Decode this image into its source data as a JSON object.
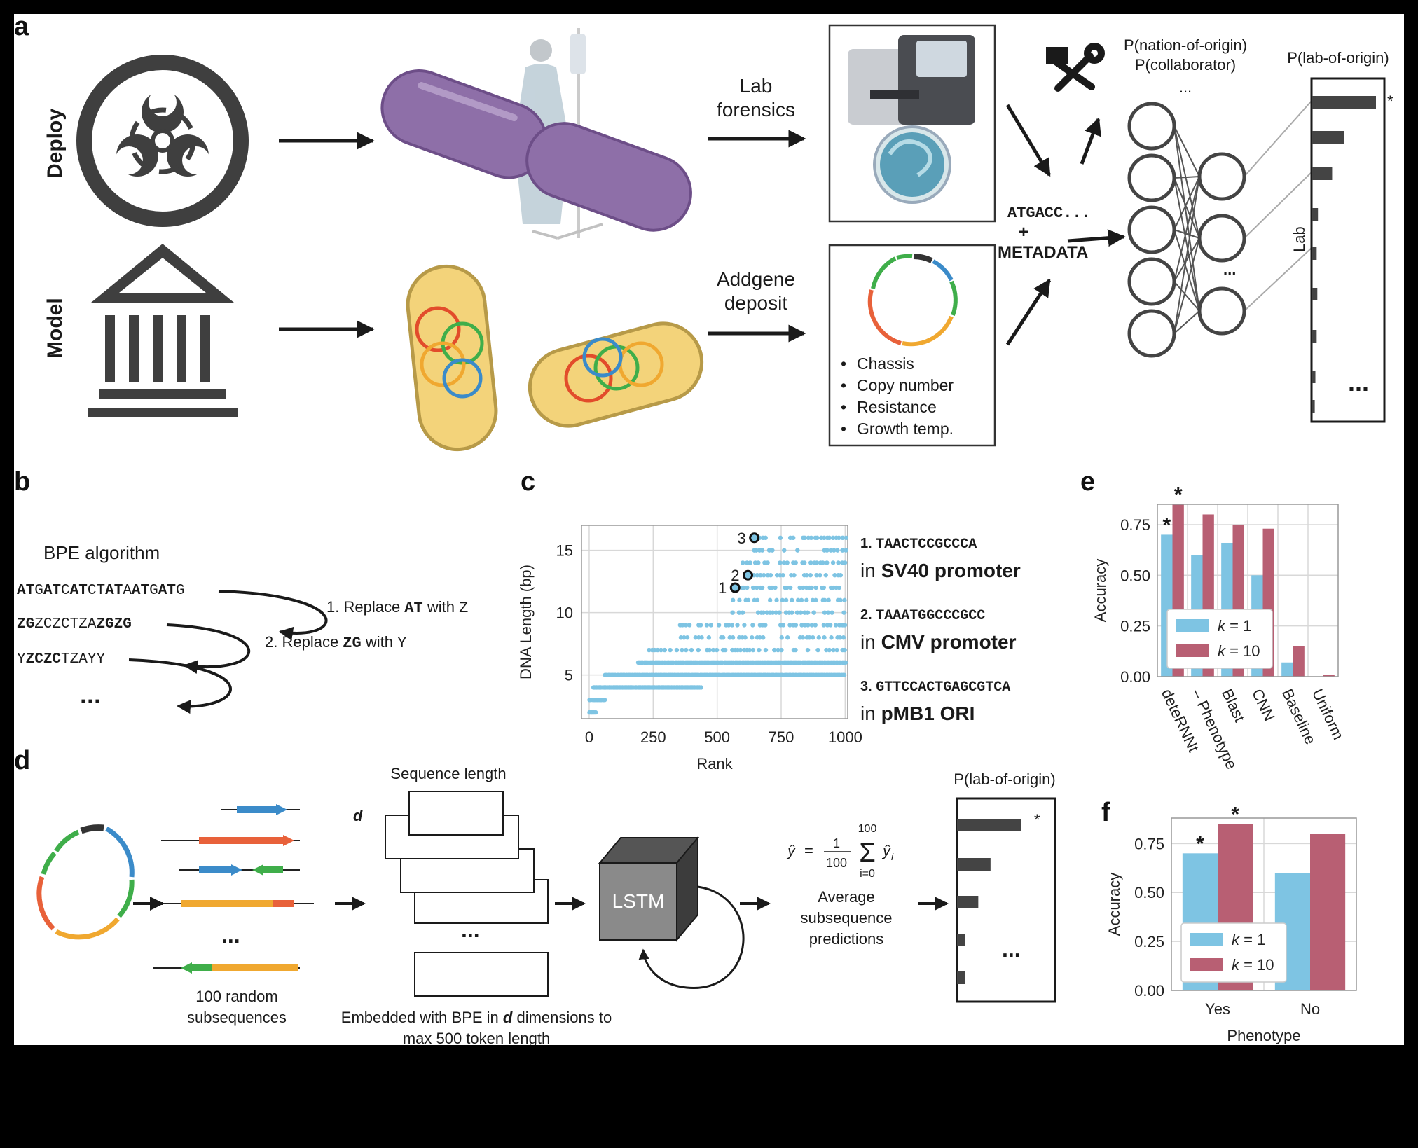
{
  "panels": {
    "a": "a",
    "b": "b",
    "c": "c",
    "d": "d",
    "e": "e",
    "f": "f"
  },
  "panel_a": {
    "row_labels": [
      "Deploy",
      "Model"
    ],
    "lab_forensics": [
      "Lab",
      "forensics"
    ],
    "addgene_deposit": [
      "Addgene",
      "deposit"
    ],
    "metadata_items": [
      "Chassis",
      "Copy number",
      "Resistance",
      "Growth temp."
    ],
    "sequence": "ATGACC...",
    "plus": "+",
    "metadata": "METADATA",
    "side_outputs": [
      "P(nation-of-origin)",
      "P(collaborator)",
      "..."
    ],
    "lab_output_title": "P(lab-of-origin)",
    "lab_axis": "Lab",
    "hidden_ellipsis": "...",
    "bars_ellipsis": "...",
    "star": "*",
    "lab_bar_fractions": [
      1.0,
      0.5,
      0.32,
      0.1,
      0.08,
      0.09,
      0.08,
      0.06,
      0.05
    ]
  },
  "panel_b": {
    "title": "BPE algorithm",
    "step1_prefix": "1. Replace ",
    "step1_bold": "AT",
    "step1_mid": " with ",
    "step1_var": "Z",
    "step2_prefix": "2. Replace ",
    "step2_bold": "ZG",
    "step2_mid": " with ",
    "step2_var": "Y",
    "ellipsis": "..."
  },
  "panel_c": {
    "annotations": [
      {
        "rank_label": "1.",
        "seq": "TAACTCCGCCCA",
        "in": "in",
        "region": "SV40 promoter"
      },
      {
        "rank_label": "2.",
        "seq": "TAAATGGCCCGCC",
        "in": "in",
        "region": "CMV promoter"
      },
      {
        "rank_label": "3.",
        "seq": "GTTCCACTGAGCGTCA",
        "in": "in",
        "region": "pMB1 ORI"
      }
    ],
    "highlight_labels": [
      "1",
      "2",
      "3"
    ]
  },
  "panel_d": {
    "subseq_caption": [
      "100 random",
      "subsequences"
    ],
    "seq_length_label": "Sequence length",
    "d_label": "d",
    "embed_caption_1_pre": "Embedded with BPE in ",
    "embed_caption_1_var": "d",
    "embed_caption_1_post": " dimensions to",
    "embed_caption_2": "max 500 token length",
    "lstm": "LSTM",
    "formula_lhs": "ŷ",
    "formula_eq": "=",
    "formula_num": "1",
    "formula_den": "100",
    "formula_sum": "Σ",
    "formula_upper": "100",
    "formula_lower": "i=0",
    "formula_term": "ŷ",
    "formula_sub": "i",
    "average_caption": [
      "Average",
      "subsequence",
      "predictions"
    ],
    "output_title": "P(lab-of-origin)",
    "ellipsis": "...",
    "star": "*",
    "bar_fractions": [
      1.0,
      0.52,
      0.33,
      0.12,
      0.12
    ]
  },
  "colors": {
    "k1": "#7ec4e3",
    "k10": "#b85f73",
    "purple": "#9b83b4",
    "dark": "#444444",
    "orange_seq": "#f0a830",
    "red_seq": "#e8613a",
    "blue_seq": "#3b8bc9",
    "green_seq": "#3fae4a"
  },
  "chart_data": [
    {
      "panel": "c",
      "type": "scatter",
      "xlabel": "Rank",
      "ylabel": "DNA Length (bp)",
      "xlim": [
        -30,
        1010
      ],
      "ylim": [
        1.5,
        17
      ],
      "xticks": [
        0,
        250,
        500,
        750,
        1000
      ],
      "yticks": [
        5,
        10,
        15
      ],
      "grid": true,
      "series_bands": [
        {
          "y": 2,
          "x_range": [
            0,
            25
          ]
        },
        {
          "y": 3,
          "x_range": [
            0,
            60
          ]
        },
        {
          "y": 4,
          "x_range": [
            15,
            440
          ]
        },
        {
          "y": 5,
          "x_range": [
            60,
            1000
          ]
        },
        {
          "y": 6,
          "x_range": [
            190,
            1000
          ]
        },
        {
          "y": 7,
          "x_range": [
            230,
            1000
          ]
        },
        {
          "y": 8,
          "x_range": [
            330,
            1000
          ]
        },
        {
          "y": 9,
          "x_range": [
            350,
            1000
          ]
        },
        {
          "y": 10,
          "x_range": [
            560,
            1000
          ]
        },
        {
          "y": 11,
          "x_range": [
            560,
            1000
          ]
        },
        {
          "y": 12,
          "x_range": [
            580,
            1000
          ]
        },
        {
          "y": 13,
          "x_range": [
            620,
            1000
          ]
        },
        {
          "y": 14,
          "x_range": [
            600,
            1000
          ]
        },
        {
          "y": 15,
          "x_range": [
            640,
            1000
          ]
        },
        {
          "y": 16,
          "x_range": [
            650,
            1000
          ]
        }
      ],
      "highlighted": [
        {
          "label": "1",
          "x": 570,
          "y": 12
        },
        {
          "label": "2",
          "x": 620,
          "y": 13
        },
        {
          "label": "3",
          "x": 645,
          "y": 16
        }
      ]
    },
    {
      "panel": "e",
      "type": "bar",
      "ylabel": "Accuracy",
      "ylim": [
        0,
        0.85
      ],
      "yticks": [
        0.0,
        0.25,
        0.5,
        0.75
      ],
      "ytick_labels": [
        "0.00",
        "0.25",
        "0.50",
        "0.75"
      ],
      "categories": [
        "deteRNNt",
        "– Phenotype",
        "Blast",
        "CNN",
        "Baseline",
        "Uniform"
      ],
      "series": [
        {
          "name": "k = 1",
          "values": [
            0.7,
            0.6,
            0.66,
            0.5,
            0.07,
            0.001
          ]
        },
        {
          "name": "k = 10",
          "values": [
            0.85,
            0.8,
            0.75,
            0.73,
            0.15,
            0.01
          ]
        }
      ],
      "legend_labels": {
        "k": "k",
        "eq": " = ",
        "values": [
          "1",
          "10"
        ]
      },
      "stars": [
        "*",
        "*"
      ],
      "legend_position": "lower-left",
      "grid": true
    },
    {
      "panel": "f",
      "type": "bar",
      "xlabel": "Phenotype",
      "ylabel": "Accuracy",
      "ylim": [
        0,
        0.88
      ],
      "yticks": [
        0.0,
        0.25,
        0.5,
        0.75
      ],
      "ytick_labels": [
        "0.00",
        "0.25",
        "0.50",
        "0.75"
      ],
      "categories": [
        "Yes",
        "No"
      ],
      "series": [
        {
          "name": "k = 1",
          "values": [
            0.7,
            0.6
          ]
        },
        {
          "name": "k = 10",
          "values": [
            0.85,
            0.8
          ]
        }
      ],
      "legend_labels": {
        "k": "k",
        "eq": " = ",
        "values": [
          "1",
          "10"
        ]
      },
      "stars": [
        "*",
        "*"
      ],
      "legend_position": "lower-left",
      "grid": true
    }
  ]
}
